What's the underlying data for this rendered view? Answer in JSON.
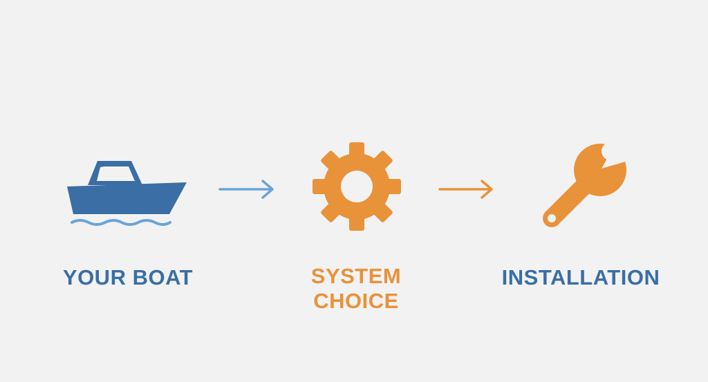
{
  "colors": {
    "background": "#f2f2f2",
    "blue": "#3a6ea5",
    "wave_blue": "#6aa3d9",
    "orange": "#e8923a"
  },
  "steps": [
    {
      "icon": "boat-icon",
      "label": "YOUR BOAT",
      "color": "blue"
    },
    {
      "icon": "gear-icon",
      "label_lines": [
        "SYSTEM",
        "CHOICE"
      ],
      "color": "orange"
    },
    {
      "icon": "wrench-icon",
      "label": "INSTALLATION",
      "color": "blue"
    }
  ],
  "arrows": [
    {
      "icon": "arrow-right-icon",
      "color": "wave_blue"
    },
    {
      "icon": "arrow-right-icon",
      "color": "orange"
    }
  ]
}
